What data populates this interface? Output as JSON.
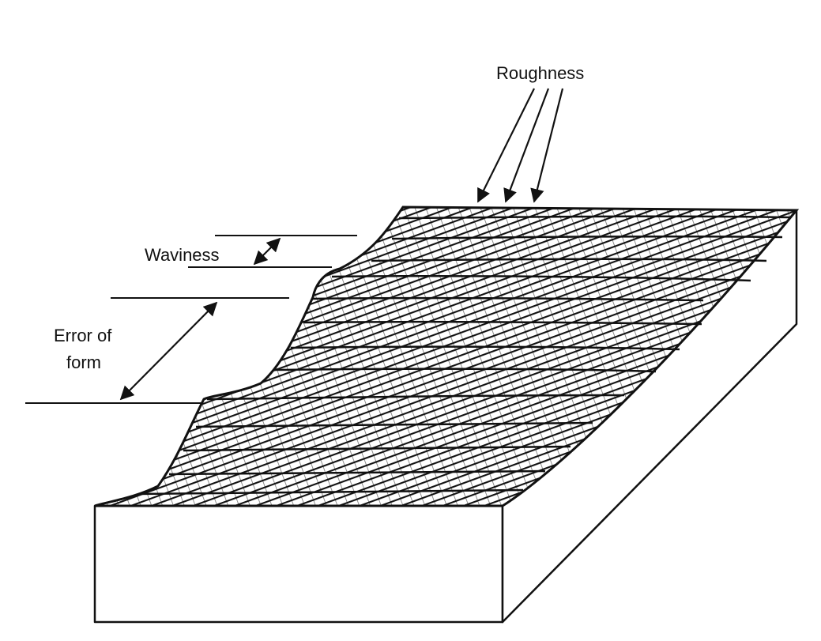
{
  "labels": {
    "roughness": "Roughness",
    "waviness": "Waviness",
    "error_of_form_line1": "Error of",
    "error_of_form_line2": "form"
  },
  "colors": {
    "ink": "#111111",
    "paper": "#ffffff"
  }
}
